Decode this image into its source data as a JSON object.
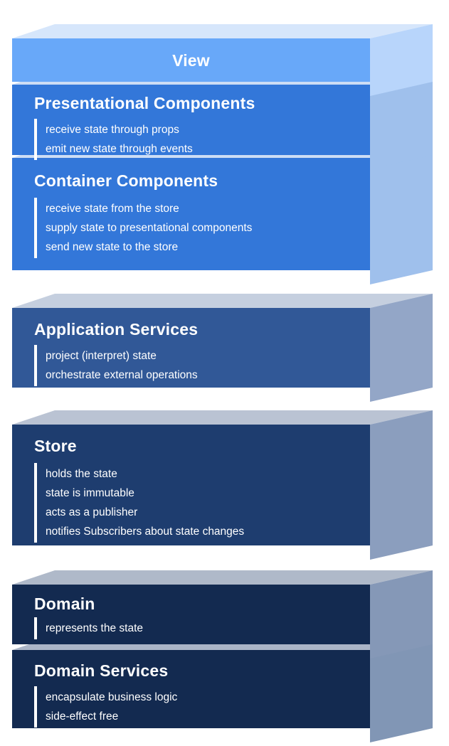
{
  "diagram": {
    "description": "Layered state-management architecture stack",
    "background_color": "#ffffff",
    "text_color": "#ffffff"
  },
  "layers": [
    {
      "id": "view",
      "title": "View",
      "bullets": [],
      "colors": {
        "front": "#68a8f9",
        "side": "#b8d5fb",
        "top": "#d6e6fb"
      }
    },
    {
      "id": "presentational-components",
      "title": "Presentational Components",
      "bullets": [
        "receive state through props",
        "emit new state through events"
      ],
      "colors": {
        "front": "#3377d9",
        "side": "#9fc0ec",
        "top": "#cdddf5"
      }
    },
    {
      "id": "container-components",
      "title": "Container Components",
      "bullets": [
        "receive state from the store",
        "supply state to presentational components",
        "send new state to the store"
      ],
      "colors": {
        "front": "#3377d9",
        "side": "#9fc0ec",
        "top": "#cdddf5"
      }
    },
    {
      "id": "application-services",
      "title": "Application Services",
      "bullets": [
        "project (interpret) state",
        "orchestrate external operations"
      ],
      "colors": {
        "front": "#315897",
        "side": "#93a6c7",
        "top": "#c5cfdf"
      }
    },
    {
      "id": "store",
      "title": "Store",
      "bullets": [
        "holds the state",
        "state is immutable",
        "acts as a publisher",
        "notifies Subscribers about state changes"
      ],
      "colors": {
        "front": "#1e3d6f",
        "side": "#8b9ebe",
        "top": "#bac3d3"
      }
    },
    {
      "id": "domain",
      "title": "Domain",
      "bullets": [
        "represents the state"
      ],
      "colors": {
        "front": "#132a50",
        "side": "#8598b7",
        "top": "#afb9c9"
      }
    },
    {
      "id": "domain-services",
      "title": "Domain Services",
      "bullets": [
        "encapsulate business logic",
        "side-effect free"
      ],
      "colors": {
        "front": "#132a50",
        "side": "#8196b5",
        "top": "#abb5c7"
      }
    }
  ]
}
